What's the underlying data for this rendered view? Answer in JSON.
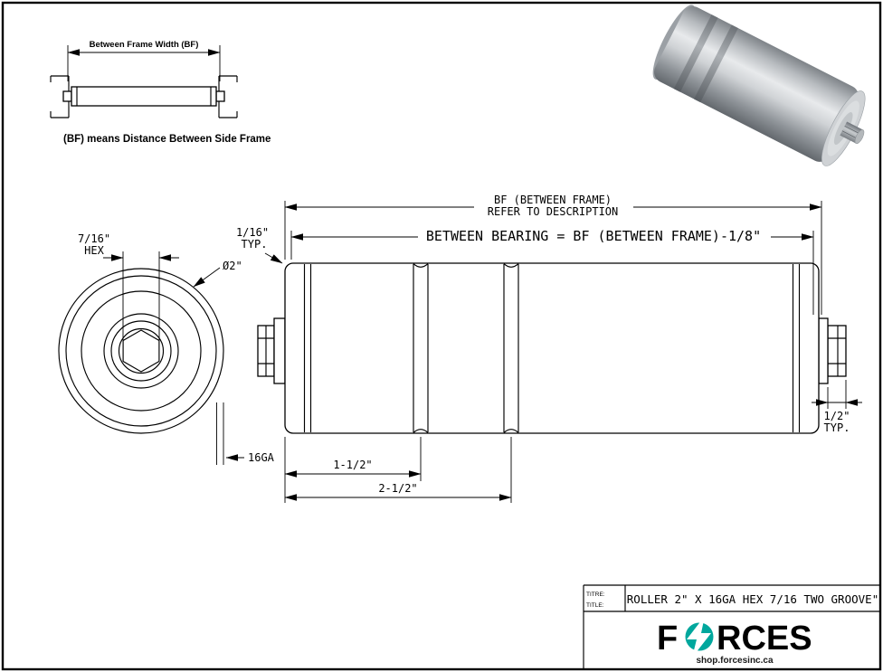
{
  "colors": {
    "line": "#000000",
    "logo_teal": "#00A79D",
    "paper": "#ffffff"
  },
  "inset": {
    "dim_label": "Between Frame Width (BF)",
    "caption": "(BF) means Distance Between Side Frame"
  },
  "end_view": {
    "hex_dim_value": "7/16\"",
    "hex_dim_word": "HEX",
    "diameter_label": "Ø2\"",
    "gauge_label": "16GA"
  },
  "side_view": {
    "bf_line1": "BF (BETWEEN FRAME)",
    "bf_line2": "REFER TO DESCRIPTION",
    "between_bearing": "BETWEEN BEARING = BF (BETWEEN FRAME)-1/8\"",
    "typ116_value": "1/16\"",
    "typ116_word": "TYP.",
    "typ12_value": "1/2\"",
    "typ12_word": "TYP.",
    "dim_groove1": "1-1/2\"",
    "dim_groove2": "2-1/2\""
  },
  "title_block": {
    "titre_label": "TITRE:",
    "title_label": "TITLE:",
    "title": "ROLLER 2\" X 16GA HEX 7/16 TWO GROOVE\"",
    "logo_f": "F",
    "logo_rces": "RCES",
    "url": "shop.forcesinc.ca"
  }
}
